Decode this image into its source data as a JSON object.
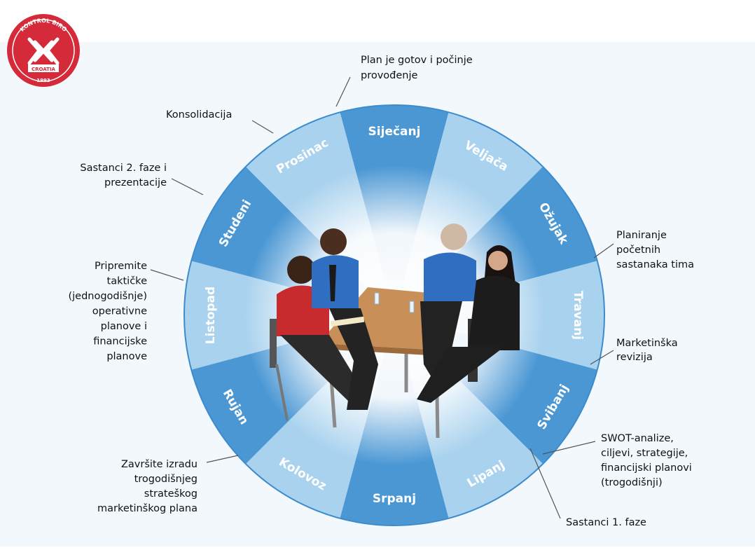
{
  "logo": {
    "top_text": "KONTROL BIRO",
    "bottom_text": "CROATIA",
    "year": "1993"
  },
  "colors": {
    "ring_dark": "#4a97d4",
    "ring_light": "#a9d2ee",
    "ring_edge": "#3c8ccd",
    "logo_red": "#d52a3a",
    "pointer": "#555555"
  },
  "months": [
    {
      "label": "Siječanj"
    },
    {
      "label": "Veljača"
    },
    {
      "label": "Ožujak"
    },
    {
      "label": "Travanj"
    },
    {
      "label": "Svibanj"
    },
    {
      "label": "Lipanj"
    },
    {
      "label": "Srpanj"
    },
    {
      "label": "Kolovoz"
    },
    {
      "label": "Rujan"
    },
    {
      "label": "Listopad"
    },
    {
      "label": "Studeni"
    },
    {
      "label": "Prosinac"
    }
  ],
  "annotations": [
    {
      "lines": [
        "Plan je gotov i počinje",
        "provođenje"
      ]
    },
    {
      "lines": [
        "Konsolidacija"
      ]
    },
    {
      "lines": [
        "Sastanci 2. faze i",
        "prezentacije"
      ]
    },
    {
      "lines": [
        "Pripremite",
        "taktičke",
        "(jednogodišnje)",
        "operativne",
        "planove i",
        "financijske",
        "planove"
      ]
    },
    {
      "lines": [
        "Završite izradu",
        "trogodišnjeg",
        "strateškog",
        "marketinškog plana"
      ]
    },
    {
      "lines": [
        "Planiranje",
        "početnih",
        "sastanaka tima"
      ]
    },
    {
      "lines": [
        "Marketinška",
        "revizija"
      ]
    },
    {
      "lines": [
        "SWOT-analize,",
        "ciljevi, strategije,",
        "financijski planovi",
        "(trogodišnji)"
      ]
    },
    {
      "lines": [
        "Sastanci 1. faze"
      ]
    }
  ]
}
